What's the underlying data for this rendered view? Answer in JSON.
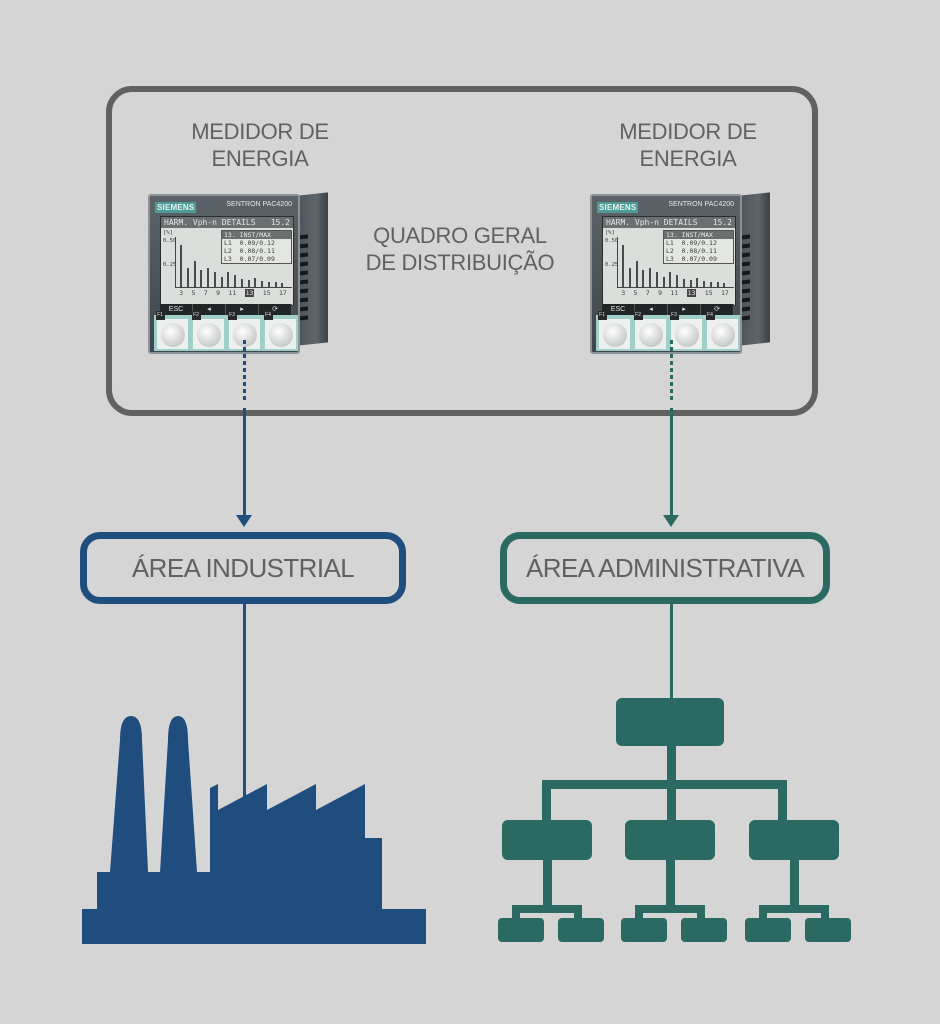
{
  "colors": {
    "background": "#d5d5d5",
    "frame": "#616161",
    "text": "#616161",
    "industrial": "#1f4e7e",
    "administrative": "#2b6a63"
  },
  "switchboard": {
    "label": "QUADRO GERAL DE DISTRIBUIÇÃO",
    "label_lines": [
      "QUADRO GERAL",
      "DE DISTRIBUIÇÃO"
    ]
  },
  "meters": [
    {
      "label_lines": [
        "MEDIDOR DE",
        "ENERGIA"
      ],
      "brand": "SIEMENS",
      "model": "SENTRON PAC4200",
      "screen_title": "HARM. Vph-n DETAILS",
      "screen_value": "15.2",
      "y_axis_unit": "[%]",
      "y_ticks": [
        "0.50",
        "0.25"
      ],
      "inset_header": "13. INST/MAX",
      "inset_rows": [
        "L1  0.09/0.12",
        "L2  0.08/0.11",
        "L3  0.07/0.09"
      ],
      "x_ticks": [
        "3",
        "5",
        "7",
        "9",
        "11",
        "13",
        "15",
        "17"
      ],
      "selected_x": "13",
      "softkeys": [
        "ESC",
        "◂",
        "▸",
        "⟳"
      ],
      "function_keys": [
        "F1",
        "F2",
        "F3",
        "F4"
      ],
      "harmonic_bars": [
        0.48,
        0.22,
        0.3,
        0.2,
        0.22,
        0.17,
        0.12,
        0.17,
        0.14,
        0.09,
        0.08,
        0.1,
        0.07,
        0.06,
        0.06,
        0.05
      ]
    },
    {
      "label_lines": [
        "MEDIDOR DE",
        "ENERGIA"
      ],
      "brand": "SIEMENS",
      "model": "SENTRON PAC4200",
      "screen_title": "HARM. Vph-n DETAILS",
      "screen_value": "15.2",
      "y_axis_unit": "[%]",
      "y_ticks": [
        "0.50",
        "0.25"
      ],
      "inset_header": "13. INST/MAX",
      "inset_rows": [
        "L1  0.09/0.12",
        "L2  0.08/0.11",
        "L3  0.07/0.09"
      ],
      "x_ticks": [
        "3",
        "5",
        "7",
        "9",
        "11",
        "13",
        "15",
        "17"
      ],
      "selected_x": "13",
      "softkeys": [
        "ESC",
        "◂",
        "▸",
        "⟳"
      ],
      "function_keys": [
        "F1",
        "F2",
        "F3",
        "F4"
      ],
      "harmonic_bars": [
        0.48,
        0.22,
        0.3,
        0.2,
        0.22,
        0.17,
        0.12,
        0.17,
        0.14,
        0.09,
        0.08,
        0.1,
        0.07,
        0.06,
        0.06,
        0.05
      ]
    }
  ],
  "areas": [
    {
      "label": "ÁREA INDUSTRIAL",
      "icon": "factory-icon"
    },
    {
      "label": "ÁREA ADMINISTRATIVA",
      "icon": "org-chart-icon"
    }
  ]
}
